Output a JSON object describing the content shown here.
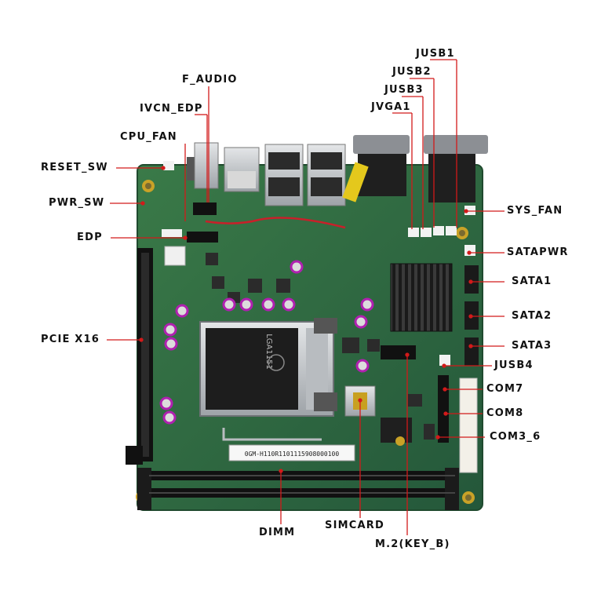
{
  "labels": {
    "jusb1": "JUSB1",
    "jusb2": "JUSB2",
    "jusb3": "JUSB3",
    "jvga1": "JVGA1",
    "f_audio": "F_AUDIO",
    "ivcn_edp": "IVCN_EDP",
    "cpu_fan": "CPU_FAN",
    "reset_sw": "RESET_SW",
    "pwr_sw": "PWR_SW",
    "edp": "EDP",
    "pcie_x16": "PCIE X16",
    "sys_fan": "SYS_FAN",
    "satapwr": "SATAPWR",
    "sata1": "SATA1",
    "sata2": "SATA2",
    "sata3": "SATA3",
    "jusb4": "JUSB4",
    "com7": "COM7",
    "com8": "COM8",
    "com3_6": "COM3_6",
    "dimm": "DIMM",
    "simcard": "SIMCARD",
    "m2_key_b": "M.2(KEY_B)"
  },
  "board_text": {
    "socket": "LGA1151",
    "serial": "0GM-H110R1101115908000100"
  },
  "colors": {
    "pcb": "#2f6b3e",
    "leader": "#d21a1a",
    "label": "#111111"
  }
}
